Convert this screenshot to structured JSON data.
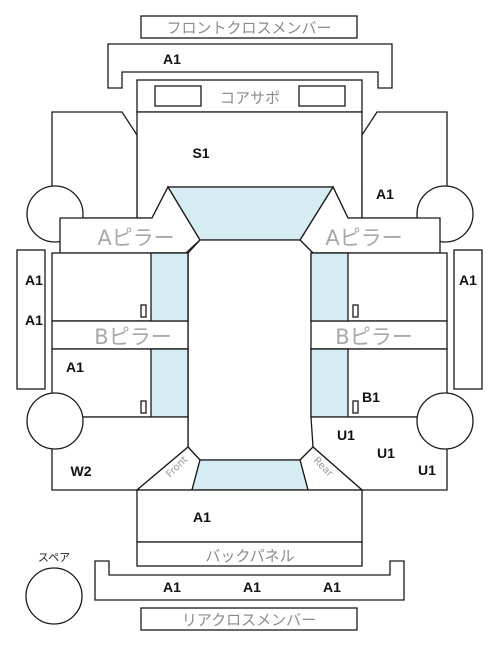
{
  "parts": {
    "front_cross_member": "フロントクロスメンバー",
    "core_support": "コアサポ",
    "a_pillar": "Aピラー",
    "b_pillar": "Bピラー",
    "back_panel": "バックパネル",
    "rear_cross_member": "リアクロスメンバー",
    "spare": "スペア",
    "front_corner": "Front",
    "rear_corner": "Rear"
  },
  "grades": {
    "front_cross_member": "A1",
    "core_support": "S1",
    "right_front_fender": "A1",
    "left_outer_sill_top": "A1",
    "left_outer_sill_bottom": "A1",
    "right_outer_sill": "A1",
    "left_rear_door": "A1",
    "right_rear_door": "B1",
    "right_rear_quarter_1": "U1",
    "right_rear_quarter_2": "U1",
    "right_rear_quarter_3": "U1",
    "left_rear_quarter": "W2",
    "trunk": "A1",
    "rear_cross_left": "A1",
    "rear_cross_center": "A1",
    "rear_cross_right": "A1"
  }
}
